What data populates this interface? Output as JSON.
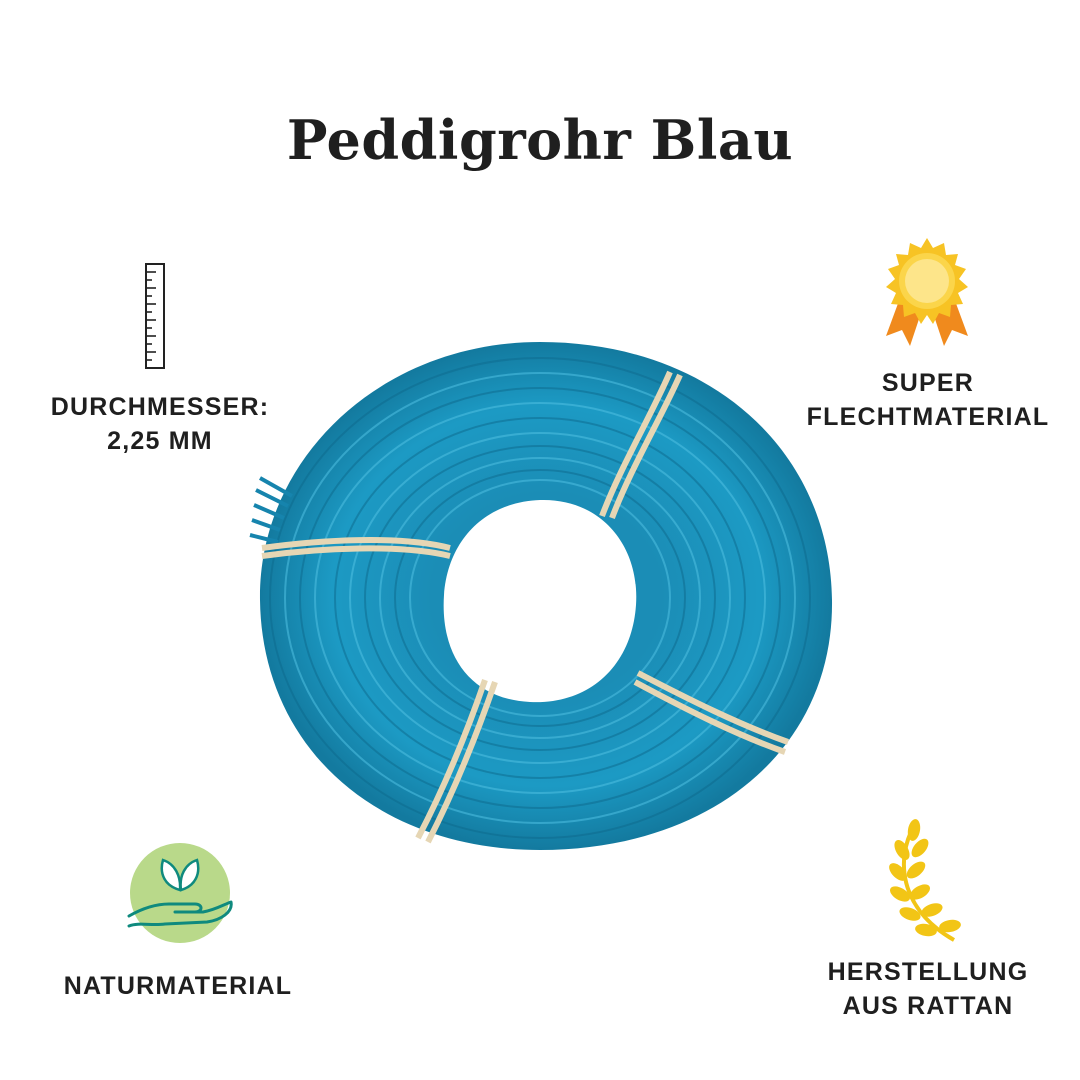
{
  "title": "Peddigrohr Blau",
  "features": {
    "diameter": {
      "line1": "DURCHMESSER:",
      "line2": "2,25 MM",
      "icon": "ruler-icon"
    },
    "quality": {
      "line1": "SUPER",
      "line2": "FLECHTMATERIAL",
      "icon": "award-rosette-icon"
    },
    "natural": {
      "line1": "NATURMATERIAL",
      "icon": "leaf-hand-icon"
    },
    "origin": {
      "line1": "HERSTELLUNG",
      "line2": "AUS RATTAN",
      "icon": "wheat-icon"
    }
  },
  "product": {
    "image": "blue-rattan-coil-image"
  },
  "colors": {
    "text": "#1f1f1f",
    "coil": "#1a8fb8",
    "gold": "#f5c518",
    "natural_green": "#b9d98a",
    "teal": "#0f8a7e"
  }
}
